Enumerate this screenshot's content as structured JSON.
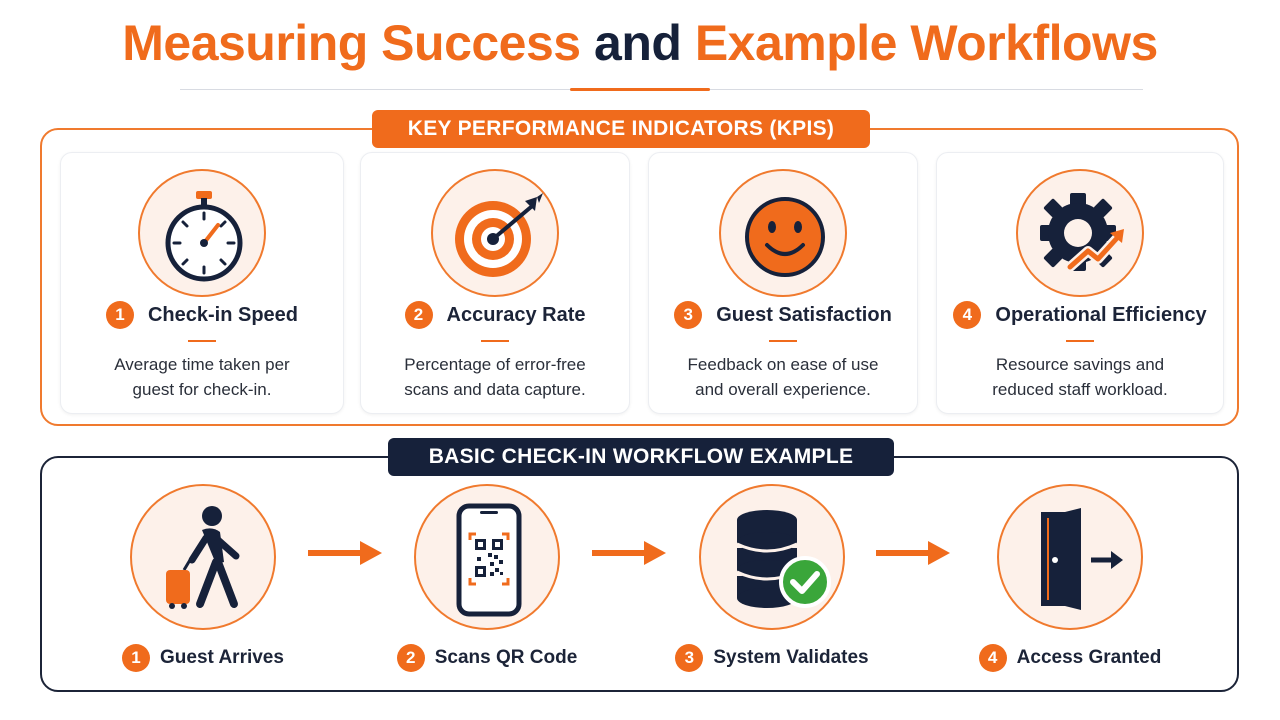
{
  "title": {
    "part1": "Measuring Success",
    "part2": "and",
    "part3": "Example Workflows"
  },
  "kpi_section": {
    "banner": "KEY PERFORMANCE INDICATORS (KPIS)",
    "cards": [
      {
        "number": "1",
        "label": "Check-in Speed",
        "desc_line1": "Average time taken per",
        "desc_line2": "guest for check-in.",
        "icon": "stopwatch-icon"
      },
      {
        "number": "2",
        "label": "Accuracy Rate",
        "desc_line1": "Percentage of error-free",
        "desc_line2": "scans and data capture.",
        "icon": "target-icon"
      },
      {
        "number": "3",
        "label": "Guest Satisfaction",
        "desc_line1": "Feedback on ease of use",
        "desc_line2": "and overall experience.",
        "icon": "smiley-icon"
      },
      {
        "number": "4",
        "label": "Operational Efficiency",
        "desc_line1": "Resource savings and",
        "desc_line2": "reduced staff workload.",
        "icon": "gear-growth-icon"
      }
    ]
  },
  "workflow_section": {
    "banner": "BASIC CHECK-IN WORKFLOW EXAMPLE",
    "steps": [
      {
        "number": "1",
        "label": "Guest Arrives",
        "icon": "walking-guest-icon"
      },
      {
        "number": "2",
        "label": "Scans QR Code",
        "icon": "phone-qr-icon"
      },
      {
        "number": "3",
        "label": "System Validates",
        "icon": "database-check-icon"
      },
      {
        "number": "4",
        "label": "Access Granted",
        "icon": "open-door-icon"
      }
    ]
  },
  "colors": {
    "accent": "#f06b1c",
    "dark": "#16213a",
    "circle_fill": "#fdf1ea",
    "success": "#3aa63a"
  }
}
